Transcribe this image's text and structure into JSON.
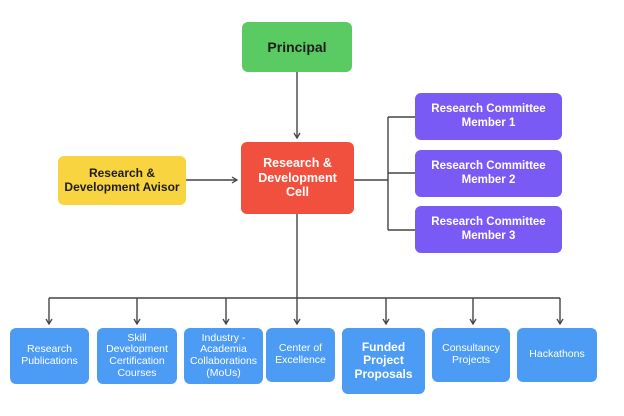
{
  "diagram": {
    "type": "org-chart",
    "nodes": {
      "principal": "Principal",
      "rd_cell": "Research &\nDevelopment\nCell",
      "advisor": "Research &\nDevelopment Avisor",
      "committee": [
        "Research Committee\nMember 1",
        "Research Committee\nMember 2",
        "Research Committee\nMember 3"
      ],
      "activities": [
        "Research\nPublications",
        "Skill\nDevelopment\nCertification\nCourses",
        "Industry -\nAcademia\nCollaborations\n(MoUs)",
        "Center of\nExcellence",
        "Funded\nProject\nProposals",
        "Consultancy\nProjects",
        "Hackathons"
      ]
    },
    "edges": [
      {
        "from": "Principal",
        "to": "Research & Development Cell",
        "arrow": true
      },
      {
        "from": "Research & Development Avisor",
        "to": "Research & Development Cell",
        "arrow": true
      },
      {
        "from": "Research & Development Cell",
        "to": "Research Committee Member 1",
        "arrow": false
      },
      {
        "from": "Research & Development Cell",
        "to": "Research Committee Member 2",
        "arrow": false
      },
      {
        "from": "Research & Development Cell",
        "to": "Research Committee Member 3",
        "arrow": false
      },
      {
        "from": "Research & Development Cell",
        "to": "Research Publications",
        "arrow": true
      },
      {
        "from": "Research & Development Cell",
        "to": "Skill Development Certification Courses",
        "arrow": true
      },
      {
        "from": "Research & Development Cell",
        "to": "Industry - Academia Collaborations (MoUs)",
        "arrow": true
      },
      {
        "from": "Research & Development Cell",
        "to": "Center of Excellence",
        "arrow": true
      },
      {
        "from": "Research & Development Cell",
        "to": "Funded Project Proposals",
        "arrow": true
      },
      {
        "from": "Research & Development Cell",
        "to": "Consultancy Projects",
        "arrow": true
      },
      {
        "from": "Research & Development Cell",
        "to": "Hackathons",
        "arrow": true
      }
    ],
    "colors": {
      "principal": "#5ACB63",
      "rd_cell": "#F2503F",
      "advisor": "#F8D440",
      "committee": "#7A5AF5",
      "activities": "#4C9BF5",
      "connector": "#444444"
    }
  }
}
